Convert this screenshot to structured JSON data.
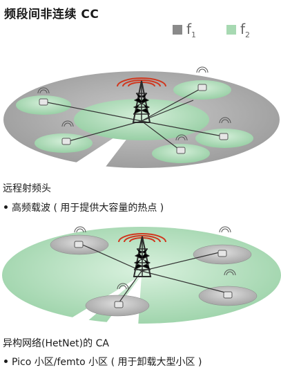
{
  "title": "频段间非连续 CC",
  "legend": [
    {
      "letter": "f",
      "sub": "1",
      "color": "#8a8a8a"
    },
    {
      "letter": "f",
      "sub": "2",
      "color": "#a7d9b2"
    }
  ],
  "sections": [
    {
      "caption": "远程射频头",
      "bullet": "高频载波 ( 用于提供大容量的热点 )"
    },
    {
      "caption": "异构网络(HetNet)的 CA",
      "bullet": "Pico 小区/femto 小区 ( 用于卸载大型小区 )"
    }
  ],
  "colors": {
    "f1": "#8a8a8a",
    "f2": "#a7d9b2",
    "tower": "#2b2b2b",
    "signal": "#d0371e"
  }
}
